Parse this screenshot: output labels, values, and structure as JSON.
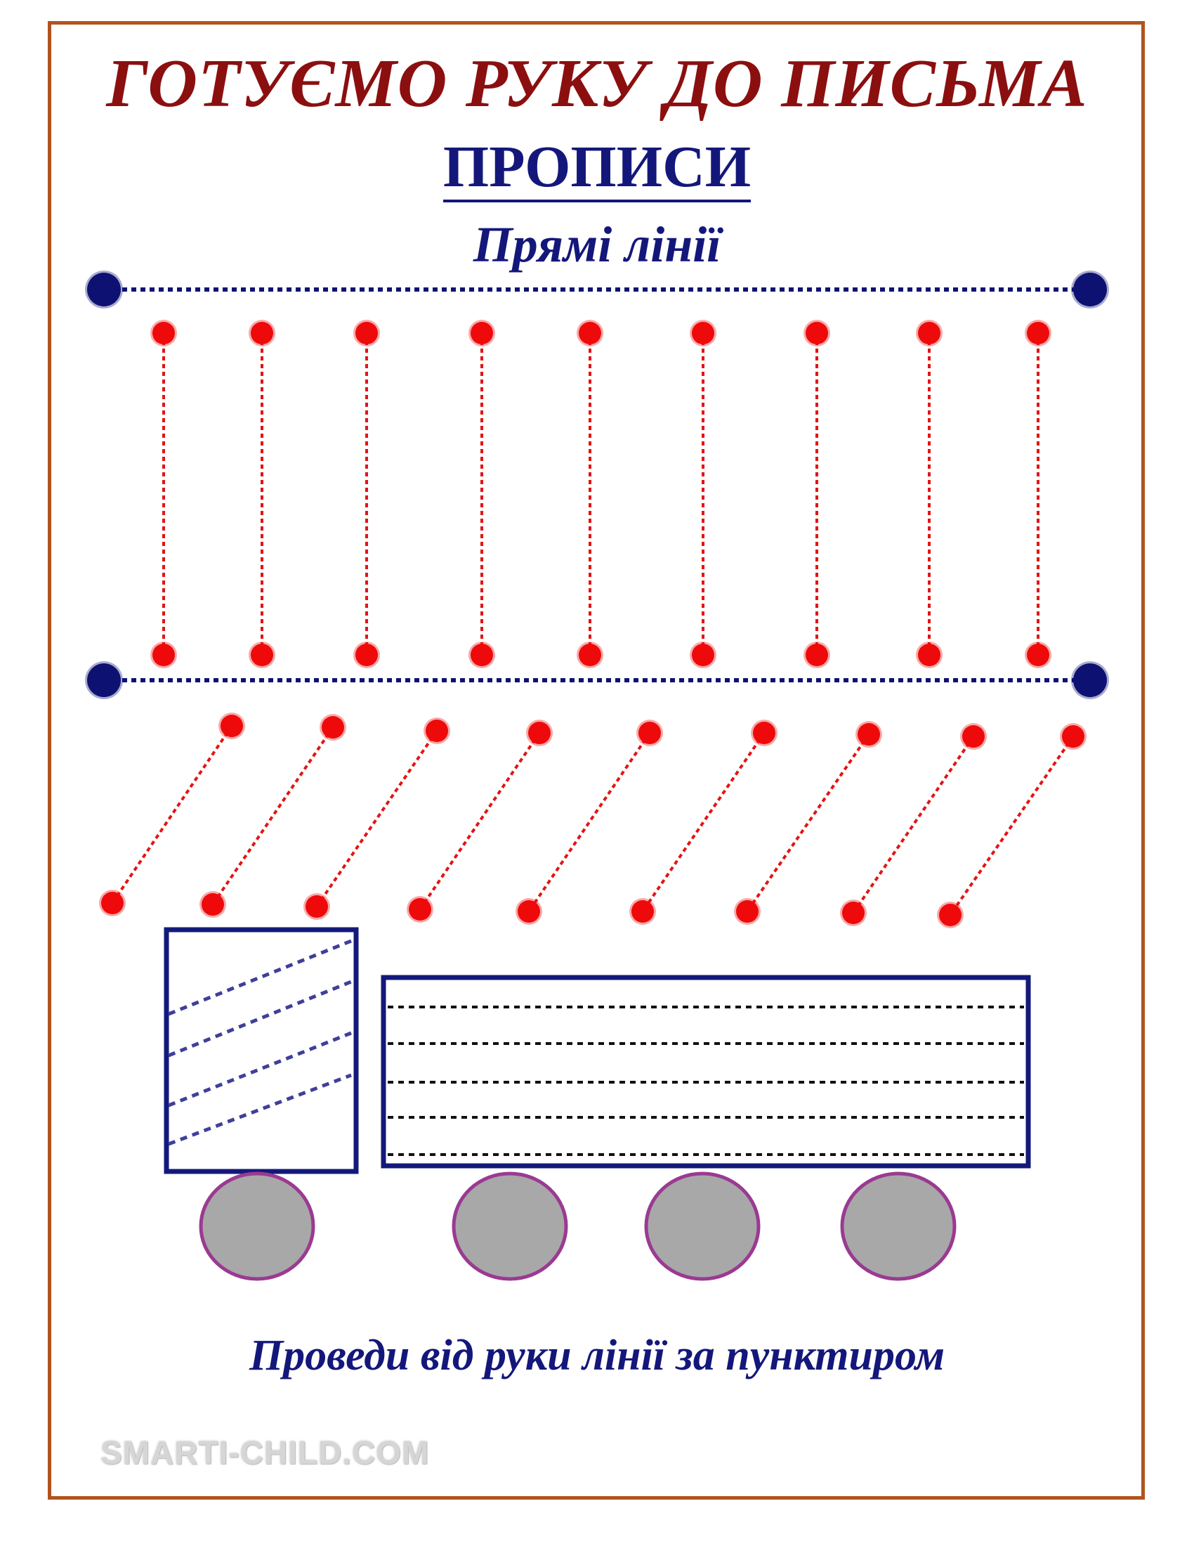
{
  "page": {
    "title": "ГОТУЄМО РУКУ ДО ПИСЬМА",
    "subtitle": "ПРОПИСИ",
    "heading": "Прямі лінії",
    "instruction": "Проведи від руки лінії за пунктиром",
    "watermark": "SMARTI-CHILD.COM"
  },
  "colors": {
    "frame": "#b0541e",
    "title": "#8b0f0f",
    "text_blue": "#14177a",
    "guide_blue": "#0d1272",
    "dot_red": "#ee0a0a",
    "line_red": "#e31414",
    "truck_outline": "#13197a",
    "cab_stripes": "#3f3f9a",
    "cargo_lines": "#111111",
    "wheel_fill": "#a8a8a8",
    "wheel_outline": "#9a3a92"
  },
  "exercises": {
    "vertical_line_count": 9,
    "diagonal_line_count": 9,
    "cab_stripe_count": 4,
    "cargo_line_count": 5,
    "wheel_count": 4
  }
}
